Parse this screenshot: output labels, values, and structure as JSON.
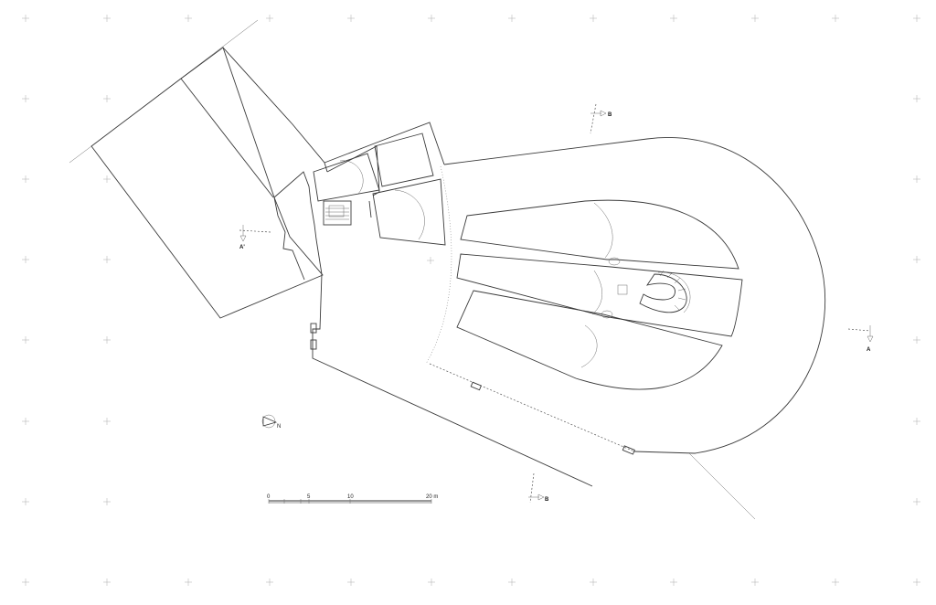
{
  "sections": [
    {
      "id": "A-prime",
      "label": "A'"
    },
    {
      "id": "A",
      "label": "A"
    },
    {
      "id": "B-top",
      "label": "B"
    },
    {
      "id": "B-bottom",
      "label": "B"
    }
  ],
  "scale_bar": {
    "ticks": [
      "0",
      "5",
      "10",
      "20 m"
    ]
  },
  "north_arrow": {
    "label": "N"
  }
}
